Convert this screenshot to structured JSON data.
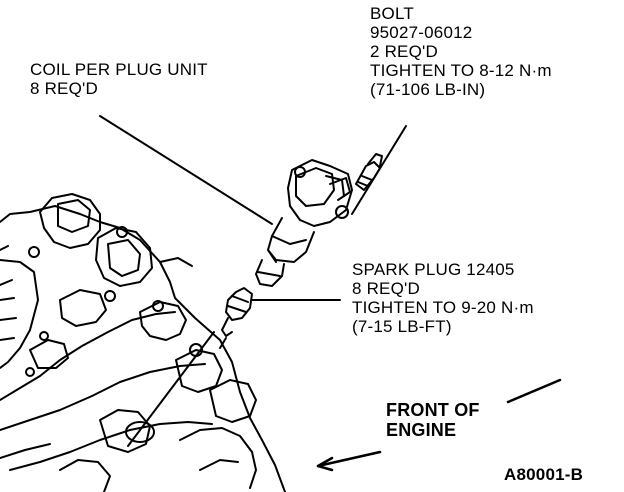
{
  "coil": {
    "name": "COIL PER PLUG UNIT",
    "qty": "8 REQ'D"
  },
  "bolt": {
    "name": "BOLT",
    "part": "95027-06012",
    "qty": "2 REQ'D",
    "torque_nm": "TIGHTEN TO 8-12 N·m",
    "torque_alt": "(71-106 LB-IN)"
  },
  "spark_plug": {
    "name": "SPARK PLUG 12405",
    "qty": "8 REQ'D",
    "torque_nm": "TIGHTEN TO 9-20 N·m",
    "torque_alt": "(7-15 LB-FT)"
  },
  "front": {
    "line1": "FRONT OF",
    "line2": "ENGINE"
  },
  "figure_code": "A80001-B"
}
